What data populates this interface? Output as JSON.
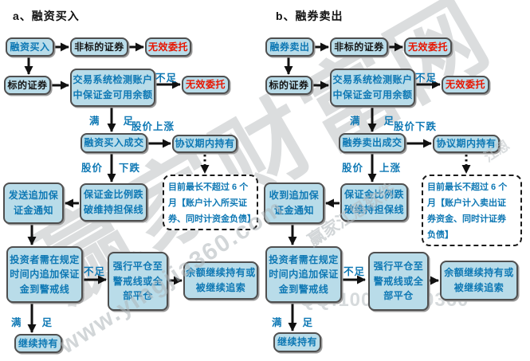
{
  "titles": {
    "a": "a、融资买入",
    "b": "b、融券卖出"
  },
  "shared": {
    "man": "满",
    "zu": "足",
    "insufficient": "不足",
    "price": "股价"
  },
  "a": {
    "start": "融资买入",
    "non_target": "非标的证券",
    "invalid_1": "无效委托",
    "target": "标的证券",
    "sys_check": "交易系统检测账户\n中保证金可用余额",
    "invalid_2": "无效委托",
    "deal": "融资买入成交",
    "hold": "协议期内持有",
    "top_arrow": "股价上涨",
    "side_dir": "下跌",
    "margin_break": "保证金比例跌\n破维持担保线",
    "note": "目前最长不超过 6 个\n月【账户计入所买证\n券、同时计资金负债】",
    "notice": "发送追加保\n证金通知",
    "investor": "投资者需在规定\n时间内追加保证\n金到警戒线",
    "force_close": "强行平仓至\n警戒线或全\n部平仓",
    "balance": "余额继续持有或\n被继续追索",
    "keep": "继续持有"
  },
  "b": {
    "start": "融券卖出",
    "non_target": "非标的证券",
    "invalid_1": "无效委托",
    "target": "标的证券",
    "sys_check": "交易系统检测账户\n中保证金可用余额",
    "invalid_2": "无效委托",
    "deal": "融券卖出成交",
    "hold": "协议期内持有",
    "top_arrow": "股价下跌",
    "side_dir": "上涨",
    "margin_break": "保证金比例跌\n破维持担保线",
    "note": "目前最长不超过 6 个\n月【账户计入卖出证\n券资金、同时计证券\n负债】",
    "notice": "收到追加保\n证金通知",
    "investor": "投资者需在规定\n时间内追加保证\n金到警戒线",
    "force_close": "强行平仓至\n警戒线或全\n部平仓",
    "balance": "余额继续持有或\n被继续追索",
    "keep": "继续持有"
  },
  "watermarks": {
    "brand": "赢家财富网",
    "site": "www.yingjia360.com",
    "software": "赢家江恩软件",
    "gann": "江恩",
    "qq_left": "QQ:100",
    "qq_right": "0360"
  },
  "colors": {
    "node_fill": "#b9dce9",
    "node_border": "#4f4f4f",
    "blue_text": "#0e78b4",
    "red_text": "#e81500",
    "arrow": "#111111"
  }
}
